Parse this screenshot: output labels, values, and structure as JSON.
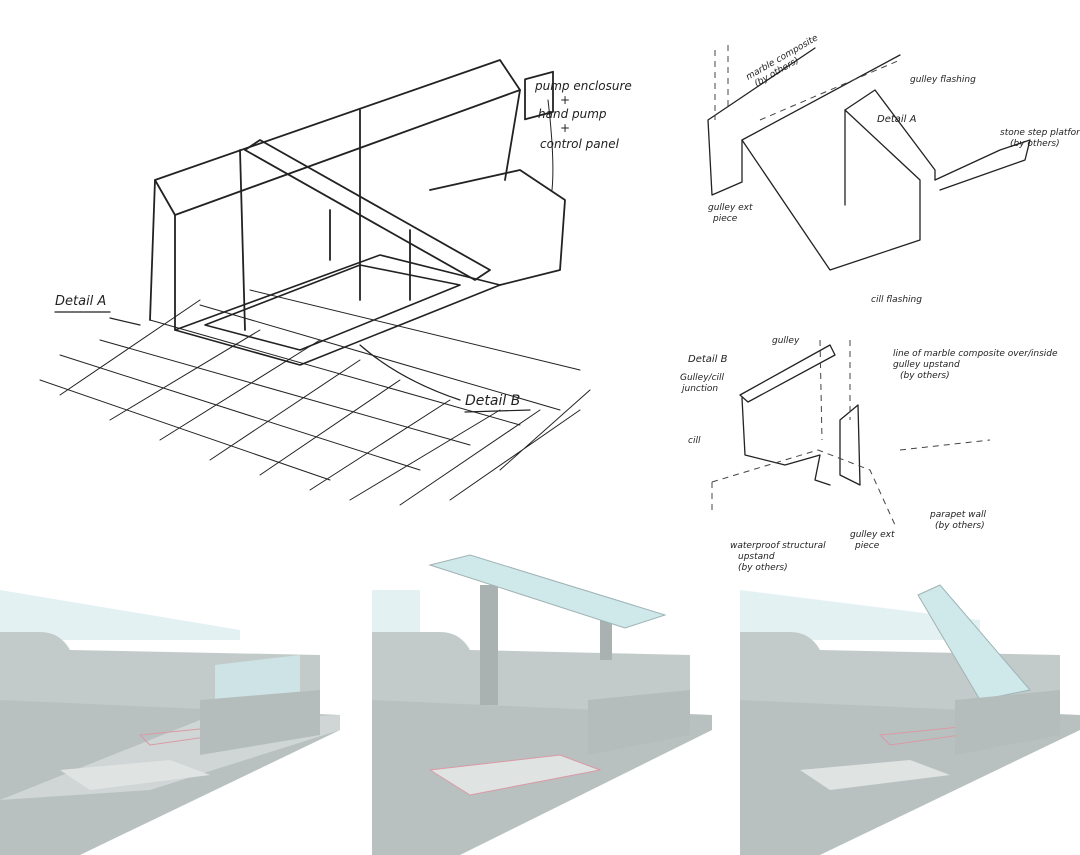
{
  "main_sketch": {
    "enclosure_label": [
      "pump enclosure",
      "+",
      "hand pump",
      "+",
      "control panel"
    ],
    "detail_a_label": "Detail A",
    "detail_b_label": "Detail B"
  },
  "detail_a": {
    "title": "Detail A",
    "labels": {
      "marble": [
        "marble composite",
        "(by others)"
      ],
      "gulley_flashing": "gulley flashing",
      "stone_step": [
        "stone step platform",
        "(by others)"
      ],
      "gulley_ext": [
        "gulley ext",
        "piece"
      ],
      "cill_flashing": "cill flashing"
    }
  },
  "detail_b": {
    "title": "Detail B",
    "subtitle": [
      "Gulley/cill",
      "junction"
    ],
    "labels": {
      "gulley": "gulley",
      "line_of_marble": [
        "line of marble composite over/inside",
        "gulley upstand",
        "(by others)"
      ],
      "cill": "cill",
      "parapet": [
        "parapet wall",
        "(by others)"
      ],
      "gulley_ext": [
        "gulley ext",
        "piece"
      ],
      "waterproof": [
        "waterproof structural",
        "upstand",
        "(by others)"
      ]
    }
  },
  "renders": [
    {
      "state": "closed"
    },
    {
      "state": "raised"
    },
    {
      "state": "tilted open"
    }
  ],
  "colors": {
    "ink": "#222222",
    "wall": "#c3cbca",
    "wall_dark": "#aab4b3",
    "glass": "#cfe8ea",
    "frame": "#d99aa5"
  }
}
